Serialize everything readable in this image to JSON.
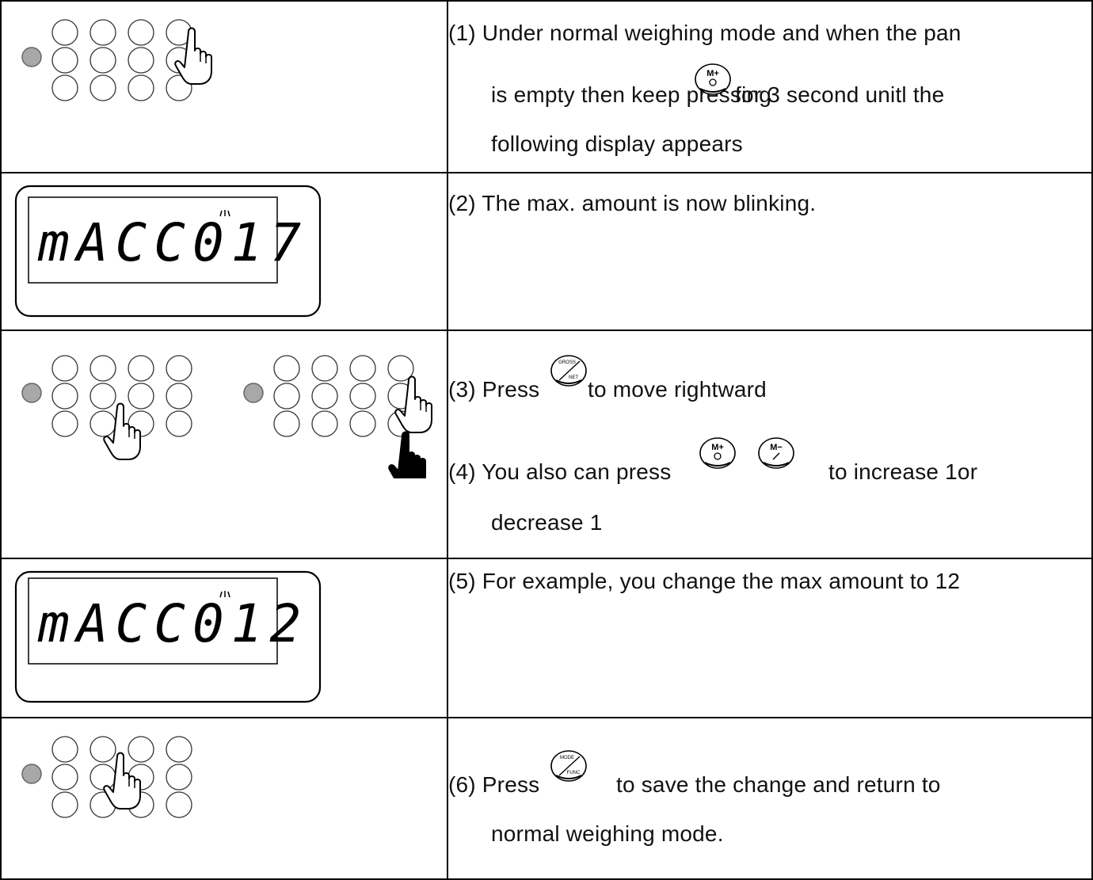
{
  "steps": [
    {
      "line1": "(1) Under normal weighing mode and when the pan",
      "line2a": "is empty then keep pressing",
      "line2b": "for 3 second unitl the",
      "line3": "following display appears",
      "icon": "m-plus-key-icon"
    },
    {
      "line1": "(2) The max. amount is now blinking.",
      "display": "mACC017",
      "display_mark": "blinking-mark-icon"
    },
    {
      "line1a": "(3) Press",
      "line1b": "to move rightward",
      "line2a": "(4) You also can press",
      "line2b": "to increase 1or",
      "line3": "decrease 1",
      "icons": [
        "gross-net-key-icon",
        "m-plus-key-icon",
        "m-minus-key-icon"
      ]
    },
    {
      "line1": "(5) For example, you change the max amount to 12",
      "display": "mACC012",
      "display_mark": "blinking-mark-icon"
    },
    {
      "line1a": "(6) Press",
      "line1b": "to save the change and return to",
      "line2": "normal weighing mode.",
      "icon": "mode-func-key-icon"
    }
  ],
  "key_labels": {
    "m_plus": "M+",
    "m_minus": "M−",
    "gross": "GROSS",
    "net": "NET",
    "mode": "MODE",
    "func": "FUNC"
  },
  "colors": {
    "indicator": "#a8a8a8",
    "line": "#000000"
  }
}
